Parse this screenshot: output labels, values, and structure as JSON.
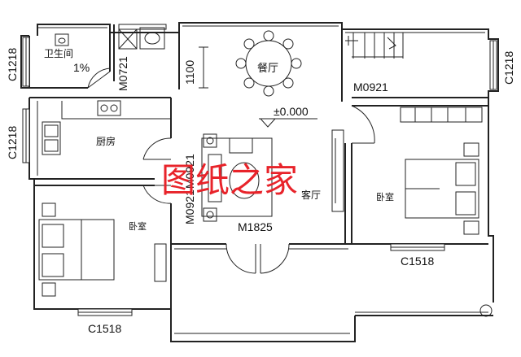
{
  "rooms": {
    "toilet": "卫生间",
    "toilet_slope": "1%",
    "dining": "餐厅",
    "kitchen": "厨房",
    "living": "客厅",
    "bedroom_left": "卧室",
    "bedroom_right": "卧室"
  },
  "windows": {
    "top_left": "C1218",
    "mid_left": "C1218",
    "right": "C1218",
    "bottom_left": "C1518",
    "bottom_right": "C1518"
  },
  "doors": {
    "toilet": "M0721",
    "kitchen": "M0921",
    "bedroom_left": "M0921",
    "bedroom_right": "M0921",
    "main": "M1825"
  },
  "dims": {
    "dining_dim": "1100",
    "elevation": "±0.000"
  },
  "watermark": "图纸之家"
}
